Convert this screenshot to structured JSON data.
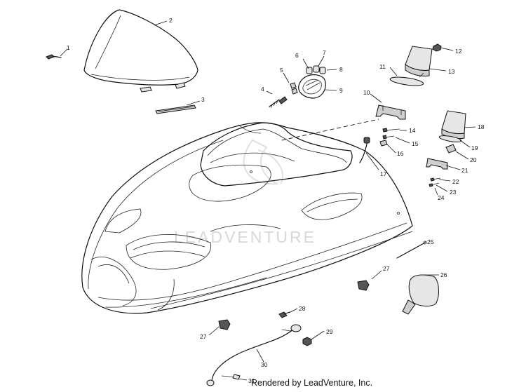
{
  "diagram": {
    "callouts": [
      "1",
      "2",
      "3",
      "4",
      "5",
      "6",
      "7",
      "8",
      "9",
      "10",
      "11",
      "12",
      "13",
      "14",
      "15",
      "16",
      "17",
      "18",
      "19",
      "20",
      "21",
      "22",
      "23",
      "24",
      "25",
      "26",
      "27",
      "27",
      "28",
      "29",
      "30",
      "31"
    ],
    "watermark": "LEADVENTURE",
    "footer": "Rendered by LeadVenture, Inc."
  }
}
